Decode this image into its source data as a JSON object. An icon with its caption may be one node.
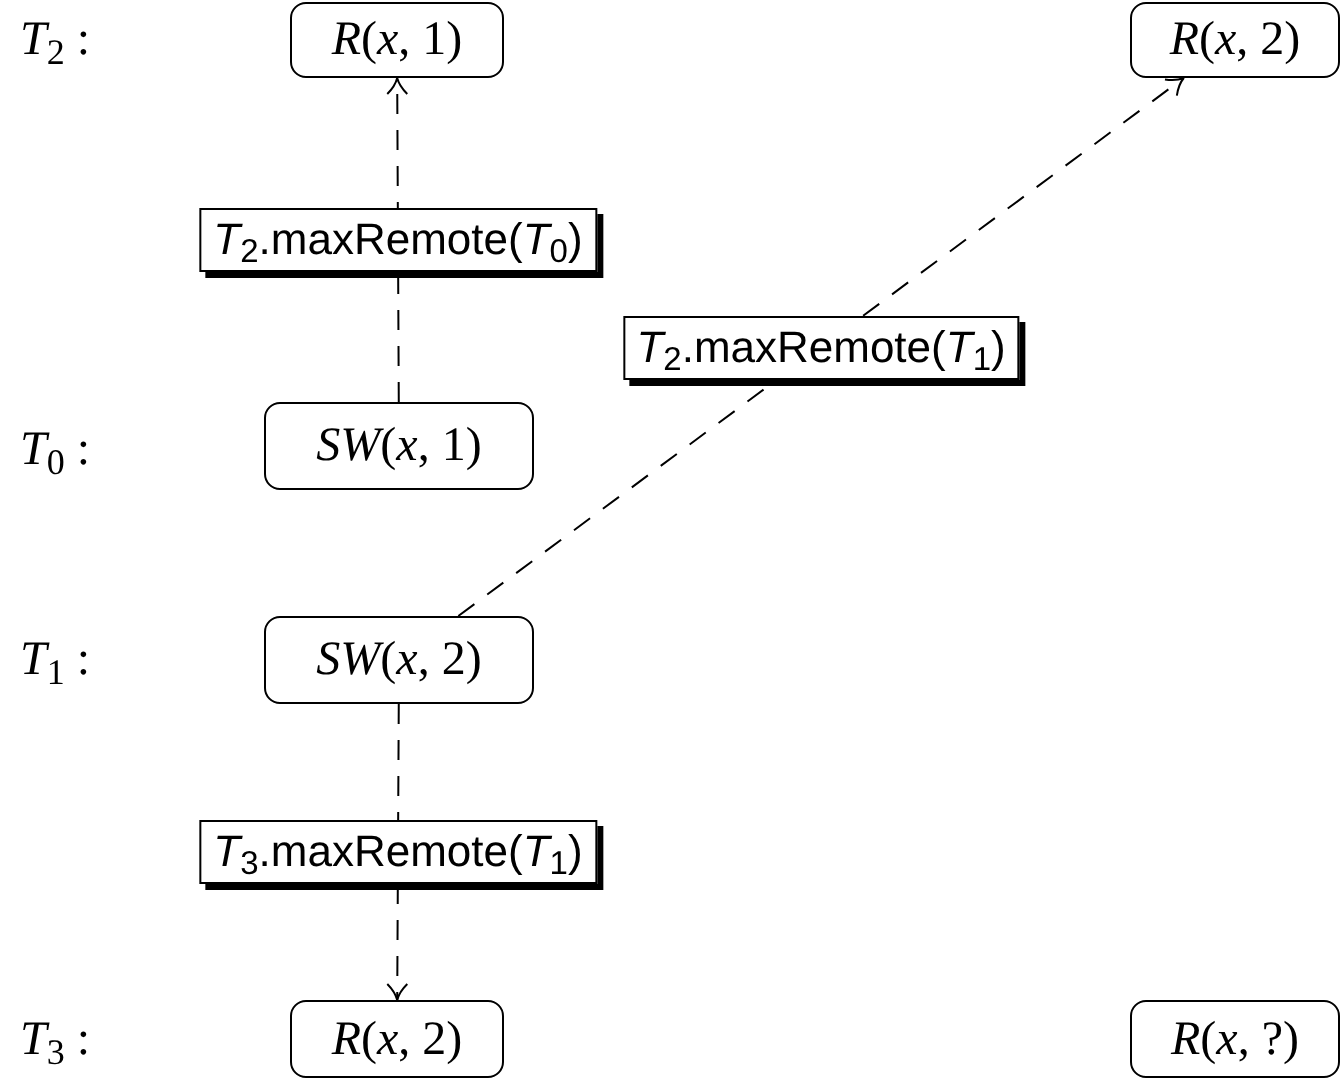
{
  "diagram": {
    "nodes": [
      {
        "text": [
          "*R*(*x*, 1)"
        ]
      },
      {
        "text": [
          "*R*(*x*, 2)"
        ]
      },
      {
        "text": [
          "*SW*(*x*, 1)"
        ]
      },
      {
        "text": [
          "*SW*(*x*, 2)"
        ]
      },
      {
        "text": [
          "*R*(*x*, 2)"
        ]
      },
      {
        "text": [
          "*R*(*x*, ?)"
        ]
      }
    ],
    "edges": [
      {
        "from": 2,
        "to": 0,
        "arrow": "to",
        "style": "dashed",
        "label": "*T*$_{2}$.maxRemote(*T*$_{0}$)"
      },
      {
        "from": 3,
        "to": 1,
        "arrow": "to",
        "style": "dashed",
        "label": "*T*$_{2}$.maxRemote(*T*$_{1}$)"
      },
      {
        "from": 3,
        "to": 4,
        "arrow": "to",
        "style": "dashed",
        "label": "*T*$_{3}$.maxRemote(*T*$_{1}$)"
      }
    ],
    "labels": [
      "*T*$_{2}$ :",
      "*T*$_{0}$ :",
      "*T*$_{1}$ :",
      "*T*$_{3}$ :"
    ]
  }
}
